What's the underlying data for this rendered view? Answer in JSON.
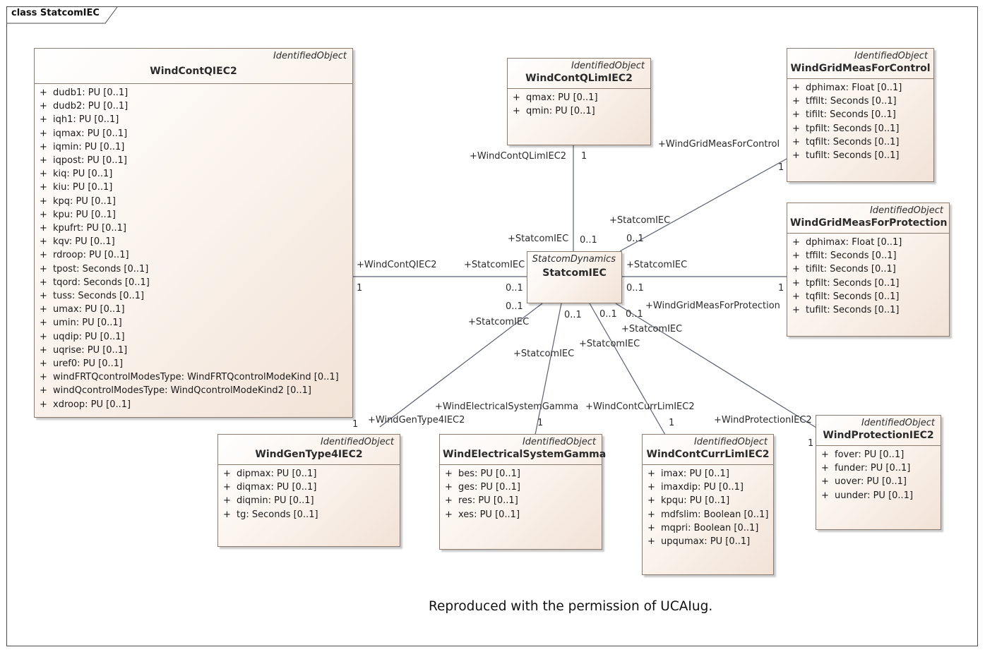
{
  "frame": {
    "title": "class StatcomIEC"
  },
  "classes": {
    "wind_cont_qiec2": {
      "stereotype": "IdentifiedObject",
      "name": "WindContQIEC2",
      "attributes": [
        {
          "vis": "+",
          "text": "dudb1: PU [0..1]"
        },
        {
          "vis": "+",
          "text": "dudb2: PU [0..1]"
        },
        {
          "vis": "+",
          "text": "iqh1: PU [0..1]"
        },
        {
          "vis": "+",
          "text": "iqmax: PU [0..1]"
        },
        {
          "vis": "+",
          "text": "iqmin: PU [0..1]"
        },
        {
          "vis": "+",
          "text": "iqpost: PU [0..1]"
        },
        {
          "vis": "+",
          "text": "kiq: PU [0..1]"
        },
        {
          "vis": "+",
          "text": "kiu: PU [0..1]"
        },
        {
          "vis": "+",
          "text": "kpq: PU [0..1]"
        },
        {
          "vis": "+",
          "text": "kpu: PU [0..1]"
        },
        {
          "vis": "+",
          "text": "kpufrt: PU [0..1]"
        },
        {
          "vis": "+",
          "text": "kqv: PU [0..1]"
        },
        {
          "vis": "+",
          "text": "rdroop: PU [0..1]"
        },
        {
          "vis": "+",
          "text": "tpost: Seconds [0..1]"
        },
        {
          "vis": "+",
          "text": "tqord: Seconds [0..1]"
        },
        {
          "vis": "+",
          "text": "tuss: Seconds [0..1]"
        },
        {
          "vis": "+",
          "text": "umax: PU [0..1]"
        },
        {
          "vis": "+",
          "text": "umin: PU [0..1]"
        },
        {
          "vis": "+",
          "text": "uqdip: PU [0..1]"
        },
        {
          "vis": "+",
          "text": "uqrise: PU [0..1]"
        },
        {
          "vis": "+",
          "text": "uref0: PU [0..1]"
        },
        {
          "vis": "+",
          "text": "windFRTQcontrolModesType: WindFRTQcontrolModeKind [0..1]"
        },
        {
          "vis": "+",
          "text": "windQcontrolModesType: WindQcontrolModeKind2 [0..1]"
        },
        {
          "vis": "+",
          "text": "xdroop: PU [0..1]"
        }
      ]
    },
    "wind_cont_qlim_iec2": {
      "stereotype": "IdentifiedObject",
      "name": "WindContQLimIEC2",
      "attributes": [
        {
          "vis": "+",
          "text": "qmax: PU [0..1]"
        },
        {
          "vis": "+",
          "text": "qmin: PU [0..1]"
        }
      ]
    },
    "wind_grid_meas_for_control": {
      "stereotype": "IdentifiedObject",
      "name": "WindGridMeasForControl",
      "attributes": [
        {
          "vis": "+",
          "text": "dphimax: Float [0..1]"
        },
        {
          "vis": "+",
          "text": "tffilt: Seconds [0..1]"
        },
        {
          "vis": "+",
          "text": "tifilt: Seconds [0..1]"
        },
        {
          "vis": "+",
          "text": "tpfilt: Seconds [0..1]"
        },
        {
          "vis": "+",
          "text": "tqfilt: Seconds [0..1]"
        },
        {
          "vis": "+",
          "text": "tufilt: Seconds [0..1]"
        }
      ]
    },
    "wind_grid_meas_for_protection": {
      "stereotype": "IdentifiedObject",
      "name": "WindGridMeasForProtection",
      "attributes": [
        {
          "vis": "+",
          "text": "dphimax: Float [0..1]"
        },
        {
          "vis": "+",
          "text": "tffilt: Seconds [0..1]"
        },
        {
          "vis": "+",
          "text": "tifilt: Seconds [0..1]"
        },
        {
          "vis": "+",
          "text": "tpfilt: Seconds [0..1]"
        },
        {
          "vis": "+",
          "text": "tqfilt: Seconds [0..1]"
        },
        {
          "vis": "+",
          "text": "tufilt: Seconds [0..1]"
        }
      ]
    },
    "statcom_iec": {
      "stereotype": "StatcomDynamics",
      "name": "StatcomIEC",
      "attributes": []
    },
    "wind_gen_type4_iec2": {
      "stereotype": "IdentifiedObject",
      "name": "WindGenType4IEC2",
      "attributes": [
        {
          "vis": "+",
          "text": "dipmax: PU [0..1]"
        },
        {
          "vis": "+",
          "text": "diqmax: PU [0..1]"
        },
        {
          "vis": "+",
          "text": "diqmin: PU [0..1]"
        },
        {
          "vis": "+",
          "text": "tg: Seconds [0..1]"
        }
      ]
    },
    "wind_electrical_system_gamma": {
      "stereotype": "IdentifiedObject",
      "name": "WindElectricalSystemGamma",
      "attributes": [
        {
          "vis": "+",
          "text": "bes: PU [0..1]"
        },
        {
          "vis": "+",
          "text": "ges: PU [0..1]"
        },
        {
          "vis": "+",
          "text": "res: PU [0..1]"
        },
        {
          "vis": "+",
          "text": "xes: PU [0..1]"
        }
      ]
    },
    "wind_cont_curr_lim_iec2": {
      "stereotype": "IdentifiedObject",
      "name": "WindContCurrLimIEC2",
      "attributes": [
        {
          "vis": "+",
          "text": "imax: PU [0..1]"
        },
        {
          "vis": "+",
          "text": "imaxdip: PU [0..1]"
        },
        {
          "vis": "+",
          "text": "kpqu: PU [0..1]"
        },
        {
          "vis": "+",
          "text": "mdfslim: Boolean [0..1]"
        },
        {
          "vis": "+",
          "text": "mqpri: Boolean [0..1]"
        },
        {
          "vis": "+",
          "text": "upqumax: PU [0..1]"
        }
      ]
    },
    "wind_protection_iec2": {
      "stereotype": "IdentifiedObject",
      "name": "WindProtectionIEC2",
      "attributes": [
        {
          "vis": "+",
          "text": "fover: PU [0..1]"
        },
        {
          "vis": "+",
          "text": "funder: PU [0..1]"
        },
        {
          "vis": "+",
          "text": "uover: PU [0..1]"
        },
        {
          "vis": "+",
          "text": "uunder: PU [0..1]"
        }
      ]
    }
  },
  "associations": {
    "qiec2": {
      "role_far": "+WindContQIEC2",
      "mult_far": "1",
      "role_near": "+StatcomIEC",
      "mult_near": "0..1"
    },
    "qlim": {
      "role_far": "+WindContQLimIEC2",
      "mult_far": "1",
      "role_near": "+StatcomIEC",
      "mult_near": "0..1"
    },
    "meas_control": {
      "role_far": "+WindGridMeasForControl",
      "mult_far": "1",
      "role_near": "+StatcomIEC",
      "mult_near": "0..1"
    },
    "meas_protection": {
      "role_far": "+WindGridMeasForProtection",
      "mult_far": "1",
      "role_near": "+StatcomIEC",
      "mult_near": "0..1"
    },
    "gen_type4": {
      "role_far": "+WindGenType4IEC2",
      "mult_far": "1",
      "role_near": "+StatcomIEC",
      "mult_near": "0..1"
    },
    "elec_gamma": {
      "role_far": "+WindElectricalSystemGamma",
      "mult_far": "1",
      "role_near": "+StatcomIEC",
      "mult_near": "0..1"
    },
    "curr_lim": {
      "role_far": "+WindContCurrLimIEC2",
      "mult_far": "1",
      "role_near": "+StatcomIEC",
      "mult_near": "0..1"
    },
    "protection": {
      "role_far": "+WindProtectionIEC2",
      "mult_far": "1",
      "role_near": "+StatcomIEC",
      "mult_near": "0..1"
    }
  },
  "credit": "Reproduced with the permission of UCAIug."
}
